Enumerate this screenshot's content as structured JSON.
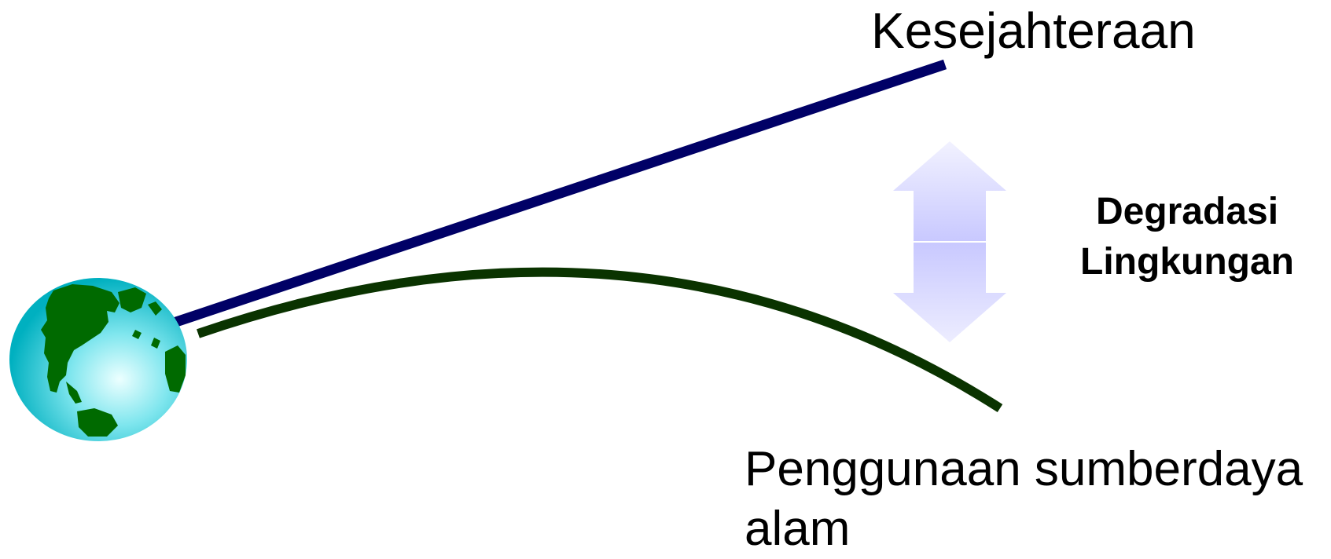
{
  "labels": {
    "upper_line": "Kesejahteraan",
    "lower_line_1": "Penggunaan sumberdaya",
    "lower_line_2": "alam",
    "gap_line_1": "Degradasi",
    "gap_line_2": "Lingkungan"
  },
  "colors": {
    "upper_line": "#000066",
    "lower_line": "#0a3300",
    "arrow_fill": "#ccccff",
    "ocean_light": "#e6ffff",
    "ocean_dark": "#00b3c2",
    "land": "#006a00"
  },
  "icons": {
    "globe": "earth-globe-icon",
    "arrow": "double-headed-vertical-arrow-icon"
  }
}
